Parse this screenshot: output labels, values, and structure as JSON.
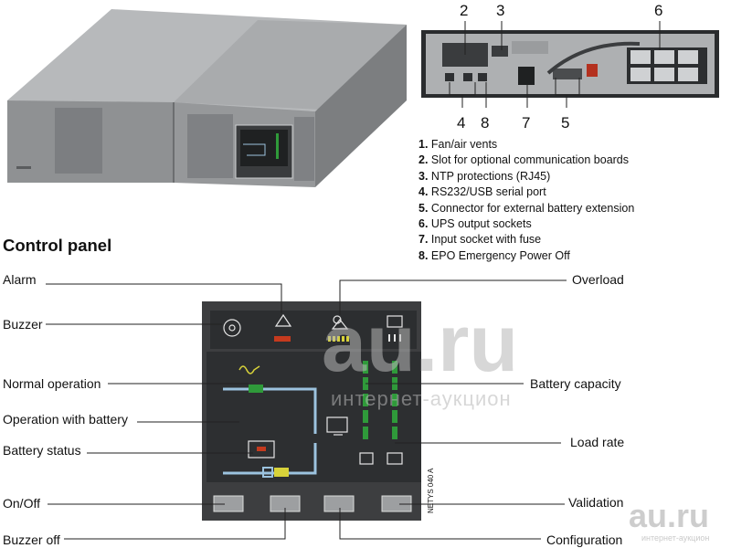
{
  "rear_callouts": [
    "2",
    "3",
    "6",
    "4",
    "8",
    "7",
    "5"
  ],
  "legend": [
    {
      "num": "1.",
      "text": "Fan/air vents"
    },
    {
      "num": "2.",
      "text": "Slot for optional communication boards"
    },
    {
      "num": "3.",
      "text": "NTP protections (RJ45)"
    },
    {
      "num": "4.",
      "text": "RS232/USB serial port"
    },
    {
      "num": "5.",
      "text": "Connector for external battery extension"
    },
    {
      "num": "6.",
      "text": "UPS output sockets"
    },
    {
      "num": "7.",
      "text": "Input socket with fuse"
    },
    {
      "num": "8.",
      "text": "EPO Emergency Power Off"
    }
  ],
  "section_title": "Control panel",
  "left_labels": [
    "Alarm",
    "Buzzer",
    "Normal operation",
    "Operation with battery",
    "Battery status",
    "On/Off",
    "Buzzer off"
  ],
  "right_labels": [
    "Overload",
    "Battery capacity",
    "Load rate",
    "Validation",
    "Configuration"
  ],
  "panel_code": "NETYS 040 A",
  "watermark": {
    "big": "au.ru",
    "small": "интернет-аукцион",
    "corner": "au.ru",
    "corner_small": "интернет-аукцион"
  },
  "colors": {
    "panel": "#38393b",
    "screen": "#27292b",
    "line": "#9cc3df",
    "green": "#2f9a3a",
    "red": "#c53a1e",
    "yellow": "#d7d23a"
  }
}
